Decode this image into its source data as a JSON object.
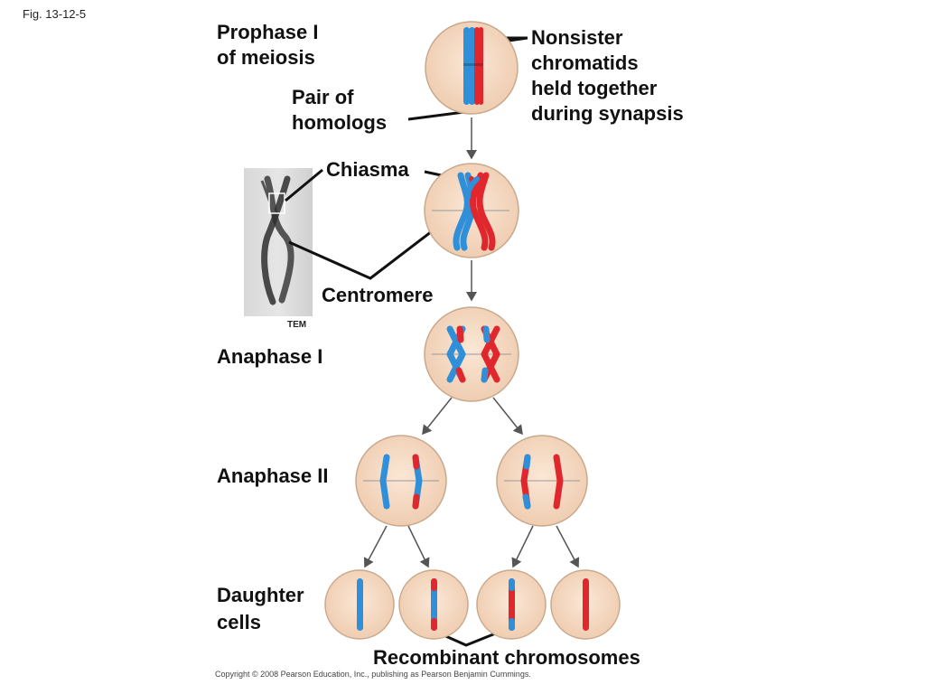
{
  "figure_label": "Fig. 13-12-5",
  "labels": {
    "prophase_line1": "Prophase I",
    "prophase_line2": "of meiosis",
    "pair_line1": "Pair of",
    "pair_line2": "homologs",
    "nonsister_line1": "Nonsister",
    "nonsister_line2": "chromatids",
    "nonsister_line3": "held together",
    "nonsister_line4": "during synapsis",
    "chiasma": "Chiasma",
    "centromere": "Centromere",
    "anaphase1": "Anaphase I",
    "anaphase2": "Anaphase II",
    "daughter_line1": "Daughter",
    "daughter_line2": "cells",
    "recombinant": "Recombinant chromosomes",
    "tem": "TEM"
  },
  "copyright": "Copyright © 2008 Pearson Education, Inc., publishing as Pearson Benjamin Cummings.",
  "colors": {
    "cell_fill": "#f7dcc4",
    "cell_stroke": "#c9a98c",
    "maternal": "#2f8fd8",
    "paternal": "#e0272d",
    "line": "#111111",
    "arrow": "#555555"
  }
}
